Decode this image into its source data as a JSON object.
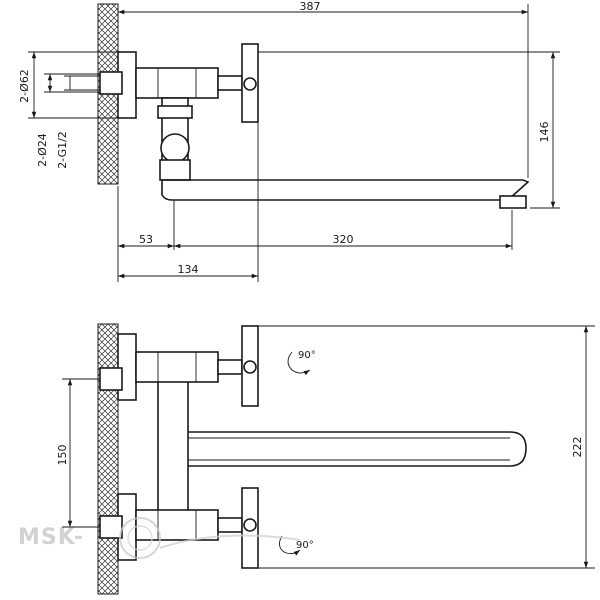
{
  "dimensions": {
    "total_length": "387",
    "hole_diameter": "2-Ø62",
    "inlet_diameter": "2-Ø24",
    "thread": "2-G1/2",
    "height_top": "146",
    "wall_to_spout": "53",
    "spout_length": "320",
    "wall_to_handle": "134",
    "inlet_spacing": "150",
    "total_height": "222"
  },
  "rotation": {
    "top": "90°",
    "bottom": "90°"
  },
  "watermark": {
    "brand": "MSK-"
  }
}
